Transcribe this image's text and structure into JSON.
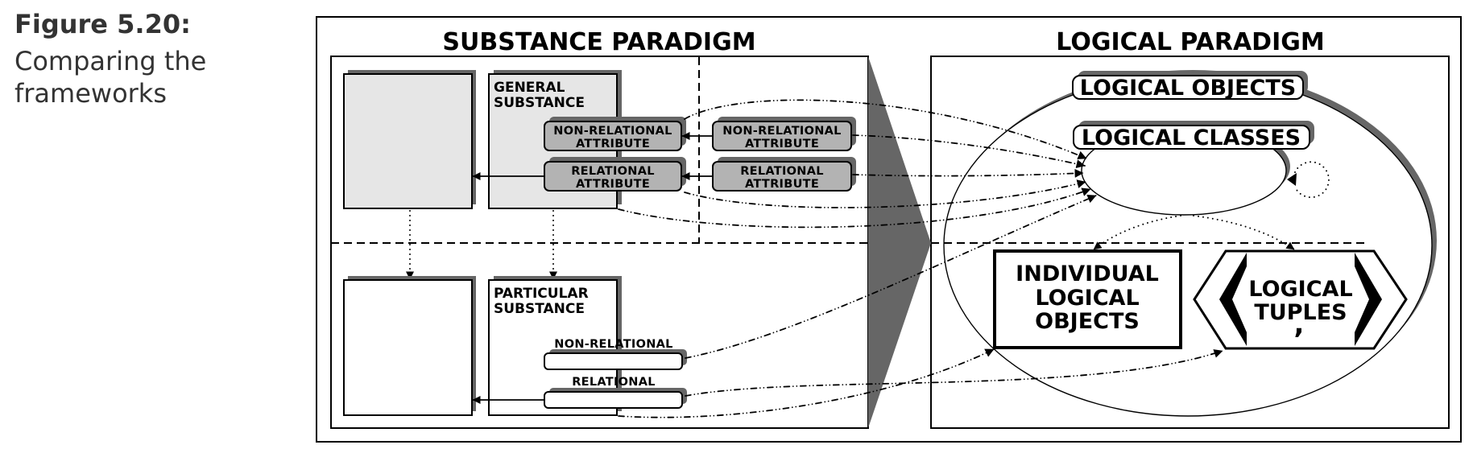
{
  "caption": {
    "figure_label": "Figure 5.20:",
    "title_line_1": "Comparing the",
    "title_line_2": "frameworks"
  },
  "colors": {
    "ink": "#000000",
    "caption_text": "#333333",
    "shadow_gray": "#666666",
    "box_fill_light": "#e6e6e6",
    "attribute_fill": "#b3b3b3",
    "background": "#ffffff"
  },
  "substance_paradigm": {
    "title": "SUBSTANCE PARADIGM",
    "general_substance": {
      "line_1": "GENERAL",
      "line_2": "SUBSTANCE"
    },
    "general_attributes": {
      "non_relational": {
        "line_1": "NON-RELATIONAL",
        "line_2": "ATTRIBUTE"
      },
      "relational": {
        "line_1": "RELATIONAL",
        "line_2": "ATTRIBUTE"
      }
    },
    "outer_attributes": {
      "non_relational": {
        "line_1": "NON-RELATIONAL",
        "line_2": "ATTRIBUTE"
      },
      "relational": {
        "line_1": "RELATIONAL",
        "line_2": "ATTRIBUTE"
      }
    },
    "particular_substance": {
      "line_1": "PARTICULAR",
      "line_2": "SUBSTANCE"
    },
    "particular_attributes": {
      "non_relational_label": "NON-RELATIONAL",
      "relational_label": "RELATIONAL"
    }
  },
  "logical_paradigm": {
    "title": "LOGICAL PARADIGM",
    "logical_objects": "LOGICAL OBJECTS",
    "logical_classes": "LOGICAL CLASSES",
    "individual_logical_objects": {
      "line_1": "INDIVIDUAL",
      "line_2": "LOGICAL",
      "line_3": "OBJECTS"
    },
    "logical_tuples": {
      "line_1": "LOGICAL",
      "line_2": "TUPLES",
      "separator": ","
    }
  },
  "connectors": [
    {
      "from": "outer-non-relational-attribute",
      "to": "general-non-relational-attribute",
      "style": "solid-arrow"
    },
    {
      "from": "outer-relational-attribute",
      "to": "general-relational-attribute",
      "style": "solid-arrow"
    },
    {
      "from": "general-relational-attribute",
      "to": "blank-general-box",
      "style": "solid-arrow"
    },
    {
      "from": "particular-relational-attribute",
      "to": "blank-particular-box",
      "style": "solid-arrow"
    },
    {
      "from": "blank-general-box",
      "to": "blank-particular-box",
      "style": "dotted-arrow"
    },
    {
      "from": "general-substance",
      "to": "particular-substance",
      "style": "dotted-arrow"
    },
    {
      "from": "general-non-relational-attribute",
      "to": "logical-classes",
      "style": "dash-dot-arrow"
    },
    {
      "from": "outer-non-relational-attribute",
      "to": "logical-classes",
      "style": "dash-dot-arrow"
    },
    {
      "from": "outer-relational-attribute",
      "to": "logical-classes",
      "style": "dash-dot-arrow"
    },
    {
      "from": "general-relational-attribute",
      "to": "logical-classes",
      "style": "dash-dot-arrow"
    },
    {
      "from": "general-substance",
      "to": "logical-classes",
      "style": "dash-dot-arrow"
    },
    {
      "from": "particular-non-relational-attribute",
      "to": "logical-classes",
      "style": "dash-dot-arrow"
    },
    {
      "from": "particular-relational-attribute",
      "to": "logical-tuples",
      "style": "dash-dot-arrow"
    },
    {
      "from": "particular-substance",
      "to": "individual-logical-objects",
      "style": "dash-dot-arrow"
    },
    {
      "from": "logical-classes",
      "to": "individual-logical-objects",
      "style": "dotted-arrow"
    },
    {
      "from": "logical-classes",
      "to": "logical-tuples",
      "style": "dotted-arrow"
    },
    {
      "from": "logical-classes",
      "to": "logical-classes",
      "style": "dotted-self-loop"
    }
  ]
}
